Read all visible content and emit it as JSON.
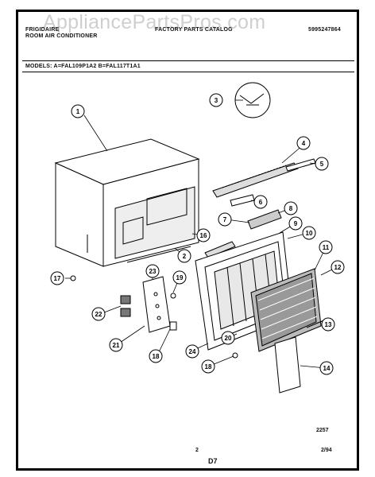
{
  "watermark": "AppliancePartsPros.com",
  "header": {
    "brand": "FRIGIDAIRE",
    "subtitle": "ROOM AIR CONDITIONER",
    "catalog": "FACTORY PARTS CATALOG",
    "part_number": "5995247864",
    "models": "MODELS:  A=FAL109P1A2   B=FAL117T1A1"
  },
  "callouts": [
    "1",
    "2",
    "3",
    "4",
    "5",
    "6",
    "7",
    "8",
    "9",
    "10",
    "11",
    "12",
    "13",
    "14",
    "16",
    "17",
    "18",
    "19",
    "20",
    "21",
    "22",
    "23",
    "24",
    "18"
  ],
  "footer": {
    "code": "2257",
    "page": "2",
    "section": "D7",
    "date": "2/94"
  }
}
